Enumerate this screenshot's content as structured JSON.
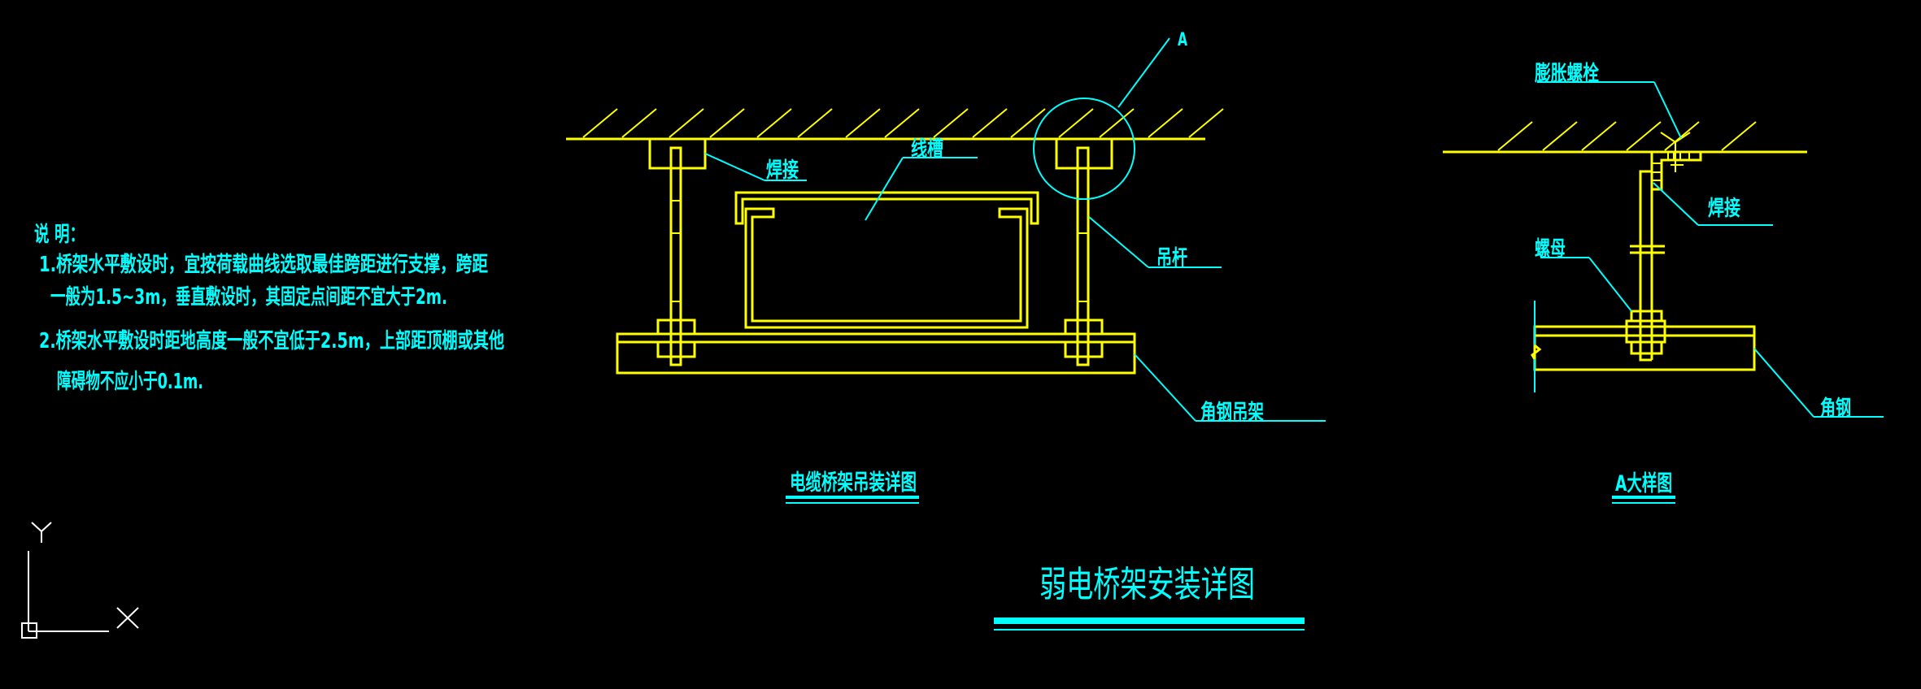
{
  "drawing": {
    "main_title": "弱电桥架安装详图",
    "colors": {
      "background": "#000000",
      "geometry": "#ffff00",
      "annotation": "#00ffff",
      "ucs": "#ffffff"
    }
  },
  "notes": {
    "heading": "说 明：",
    "lines": [
      "1.桥架水平敷设时，宜按荷载曲线选取最佳跨距进行支撑，跨距",
      "一般为1.5~3m，垂直敷设时，其固定点间距不宜大于2m.",
      "2.桥架水平敷设时距地高度一般不宜低于2.5m，上部距顶棚或其他",
      "障碍物不应小于0.1m."
    ]
  },
  "main_view": {
    "title": "电缆桥架吊装详图",
    "labels": {
      "weld": "焊接",
      "cable_tray": "线槽",
      "hanger_rod": "吊杆",
      "angle_hanger": "角钢吊架",
      "detail_marker": "A"
    }
  },
  "detail_view": {
    "title": "A大样图",
    "labels": {
      "expansion_bolt": "膨胀螺栓",
      "weld": "焊接",
      "nut": "螺母",
      "angle_steel": "角钢"
    }
  },
  "ucs_icon": {
    "x_label": "X",
    "y_label": "Y"
  }
}
